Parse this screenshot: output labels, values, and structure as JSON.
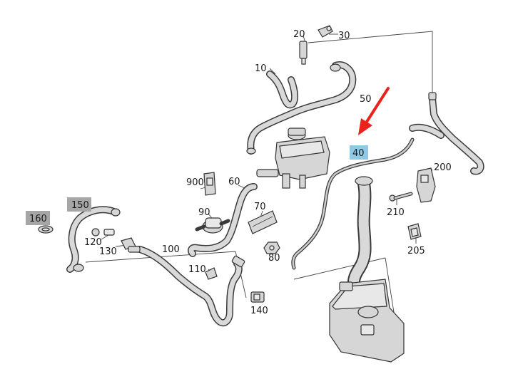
{
  "callouts": {
    "c10": "10",
    "c20": "20",
    "c30": "30",
    "c40": "40",
    "c50": "50",
    "c60": "60",
    "c70": "70",
    "c80": "80",
    "c90": "90",
    "c100": "100",
    "c110": "110",
    "c120": "120",
    "c130": "130",
    "c140": "140",
    "c150": "150",
    "c160": "160",
    "c200": "200",
    "c205": "205",
    "c210": "210",
    "c900": "900"
  },
  "highlight_colors": {
    "c40": "#8fc9e3",
    "c150": "#a6a6a6",
    "c160": "#a6a6a6"
  },
  "arrow_color": "#e8231e"
}
